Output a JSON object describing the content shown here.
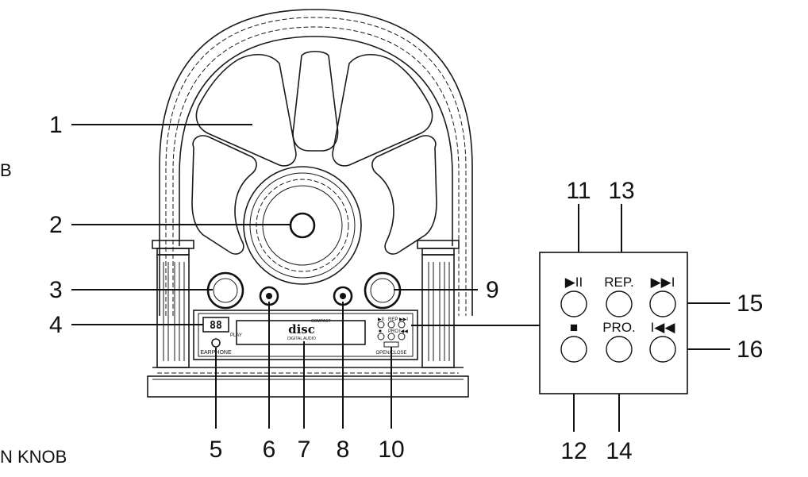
{
  "callouts": {
    "c1": "1",
    "c2": "2",
    "c3": "3",
    "c4": "4",
    "c5": "5",
    "c6": "6",
    "c7": "7",
    "c8": "8",
    "c9": "9",
    "c10": "10",
    "c11": "11",
    "c12": "12",
    "c13": "13",
    "c14": "14",
    "c15": "15",
    "c16": "16"
  },
  "side_text": {
    "top_fragment": "B",
    "bottom_fragment": "N KNOB"
  },
  "radio_front": {
    "earphone_label": "EARPHONE",
    "display_digits": "88",
    "display_sub": "PLAY",
    "cd_logo_top": "COMPACT",
    "cd_logo_main": "disc",
    "cd_logo_bottom": "DIGITAL AUDIO",
    "mini_rep": "REP",
    "mini_pro": "PRO",
    "open_close": "OPEN/CLOSE"
  },
  "button_panel": {
    "play_pause": "▶II",
    "stop": "■",
    "repeat": "REP.",
    "program": "PRO.",
    "next": "▶▶I",
    "prev": "I◀◀"
  },
  "colors": {
    "line": "#1a1a1a",
    "background": "#ffffff"
  }
}
